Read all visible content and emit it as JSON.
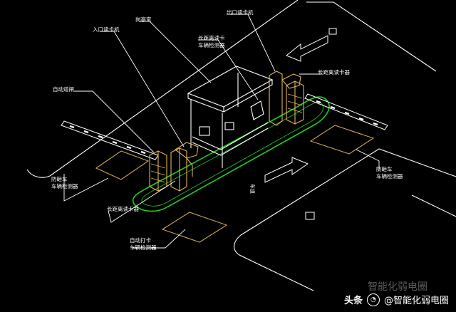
{
  "colors": {
    "background": "#000000",
    "lines": "#ffffff",
    "island": "#22cc22",
    "equipment": "#ddb356",
    "loop_coil": "#c8a25a",
    "leader": "#ffffff"
  },
  "labels": {
    "entry_reader": "入口读卡机",
    "booth": "岗亭室",
    "exit_reader": "出口读卡机",
    "long_range_left": "长距离读卡\n车辆检测器",
    "long_range_right": "长距离读卡器",
    "auto_gate": "自动道闸",
    "anti_smash_left": "防砸车\n车辆检测器",
    "anti_smash_right": "防砸车\n车辆检测器",
    "long_range_card": "长距离读卡器",
    "auto_card": "自动打卡\n车辆检测器",
    "lane_mark": "车道"
  },
  "watermark": {
    "platform": "头条",
    "account": "@智能化弱电圈",
    "shadow_text": "智能化弱电圈"
  }
}
